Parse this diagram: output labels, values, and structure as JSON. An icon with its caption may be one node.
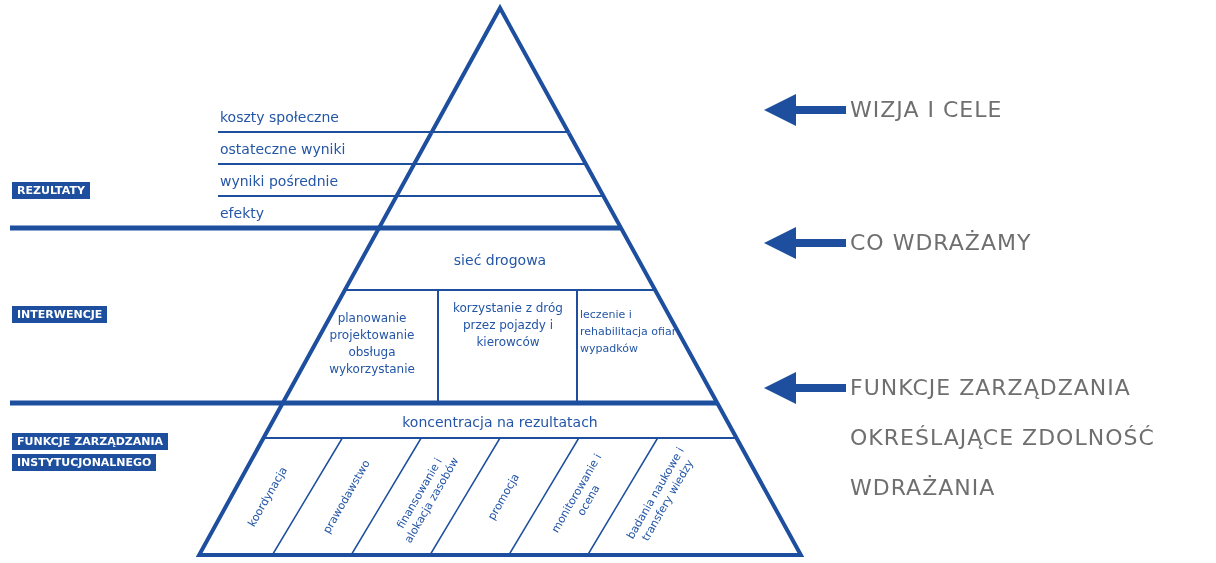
{
  "diagram": {
    "nodes": [
      {
        "text": [
          "REZULTATY"
        ]
      },
      {
        "text": [
          "INTERWENCJE"
        ]
      },
      {
        "text": [
          "FUNKCJE ZARZĄDZANIA INSTYTUCJONALNEGO"
        ]
      },
      {
        "text": [],
        "shape": "triangle"
      },
      {
        "text": [
          "koszty społeczne"
        ]
      },
      {
        "text": [
          "ostateczne wyniki"
        ]
      },
      {
        "text": [
          "wyniki pośrednie"
        ]
      },
      {
        "text": [
          "efekty"
        ]
      },
      {
        "text": [
          "sieć drogowa"
        ]
      },
      {
        "text": [
          "planowanie projektowanie obsługa wykorzystanie"
        ]
      },
      {
        "text": [
          "korzystanie z dróg przez pojazdy i kierowców"
        ]
      },
      {
        "text": [
          "leczenie i rehabilitacja ofiar wypadków"
        ]
      },
      {
        "text": [
          "koncentracja na rezultatach"
        ]
      },
      {
        "text": [
          "koordynacja"
        ]
      },
      {
        "text": [
          "prawodawstwo"
        ]
      },
      {
        "text": [
          "finansowanie i alokacja zasobów"
        ]
      },
      {
        "text": [
          "promocja"
        ]
      },
      {
        "text": [
          "monitorowanie i ocena"
        ]
      },
      {
        "text": [
          "badania naukowe i transfery wiedzy"
        ]
      },
      {
        "text": [
          "WIZJA I CELE"
        ]
      },
      {
        "text": [
          "CO WDRAŻAMY"
        ]
      },
      {
        "text": [
          "FUNKCJE ZARZĄDZANIA OKREŚLAJĄCE ZDOLNOŚĆ WDRAŻANIA"
        ]
      }
    ],
    "edges": [
      {
        "from": 19,
        "to": null,
        "arrow": "to"
      },
      {
        "from": 20,
        "to": null,
        "arrow": "to"
      },
      {
        "from": 21,
        "to": null,
        "arrow": "to"
      }
    ]
  }
}
